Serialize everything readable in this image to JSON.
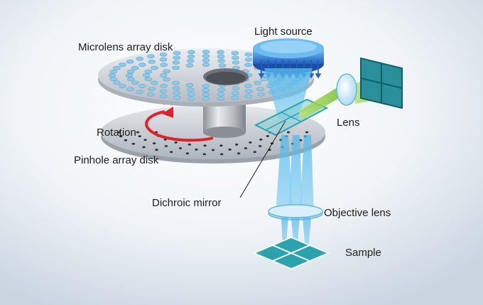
{
  "labels": {
    "light_source": "Light source",
    "microlens_array_disk": "Microlens array disk",
    "lens": "Lens",
    "rotation": "Rotation",
    "pinhole_array_disk": "Pinhole array disk",
    "dichroic_mirror": "Dichroic mirror",
    "objective_lens": "Objective lens",
    "sample": "Sample"
  },
  "colors": {
    "light_blue": "#5ab4e8",
    "deep_blue": "#1f5fbf",
    "teal": "#2aa3ad",
    "green_beam": "#8ccf3c",
    "rotation_arrow": "#e0212b",
    "disk_gray": "#c9cdd3"
  }
}
